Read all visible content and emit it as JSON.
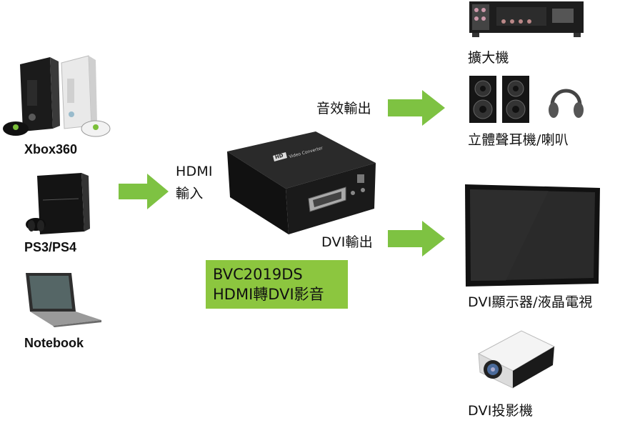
{
  "sources": {
    "xbox": "Xbox360",
    "ps": "PS3/PS4",
    "notebook": "Notebook"
  },
  "input_label": {
    "line1": "HDMI",
    "line2": "輸入"
  },
  "product": {
    "line1": "BVC2019DS",
    "line2": "HDMI轉DVI影音"
  },
  "outputs": {
    "audio_out": "音效輸出",
    "dvi_out": "DVI輸出",
    "amplifier": "擴大機",
    "speakers": "立體聲耳機/喇叭",
    "monitor": "DVI顯示器/液晶電視",
    "projector": "DVI投影機"
  },
  "device_text": {
    "hd_logo": "HD",
    "converter": "Video Converter"
  },
  "colors": {
    "arrow": "#7ec242",
    "box": "#8cc63f"
  }
}
